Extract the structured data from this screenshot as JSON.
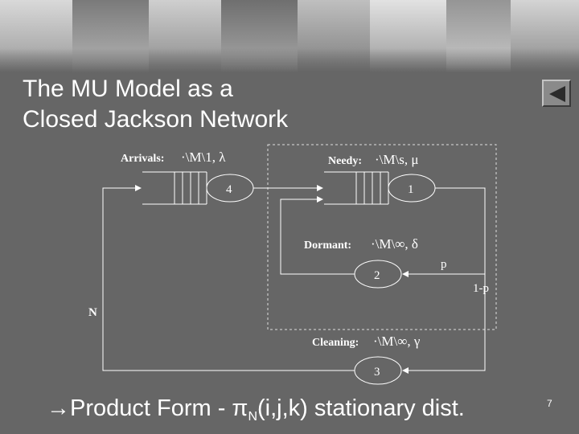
{
  "title": {
    "line1": "The MU Model as a",
    "line2": "Closed Jackson Network"
  },
  "nodes": {
    "arrivals": {
      "label": "Arrivals:",
      "rate": "·\\M\\1, λ",
      "number": "4"
    },
    "needy": {
      "label": "Needy:",
      "rate": "·\\M\\s, μ",
      "number": "1"
    },
    "dormant": {
      "label": "Dormant:",
      "rate": "·\\M\\∞, δ",
      "number": "2"
    },
    "cleaning": {
      "label": "Cleaning:",
      "rate": "·\\M\\∞, γ",
      "number": "3"
    }
  },
  "edges": {
    "p_label": "p",
    "one_minus_p_label": "1-p",
    "n_label": "N"
  },
  "footer": {
    "prefix": "→Product Form - π",
    "subscript": "N",
    "suffix": "(i,j,k) stationary dist."
  },
  "page_number": "7",
  "colors": {
    "background": "#666666",
    "text": "#ffffff",
    "lines": "#ffffff",
    "dashed_box": "#dddddd"
  },
  "icons": {
    "back_button": "left-triangle-icon"
  }
}
